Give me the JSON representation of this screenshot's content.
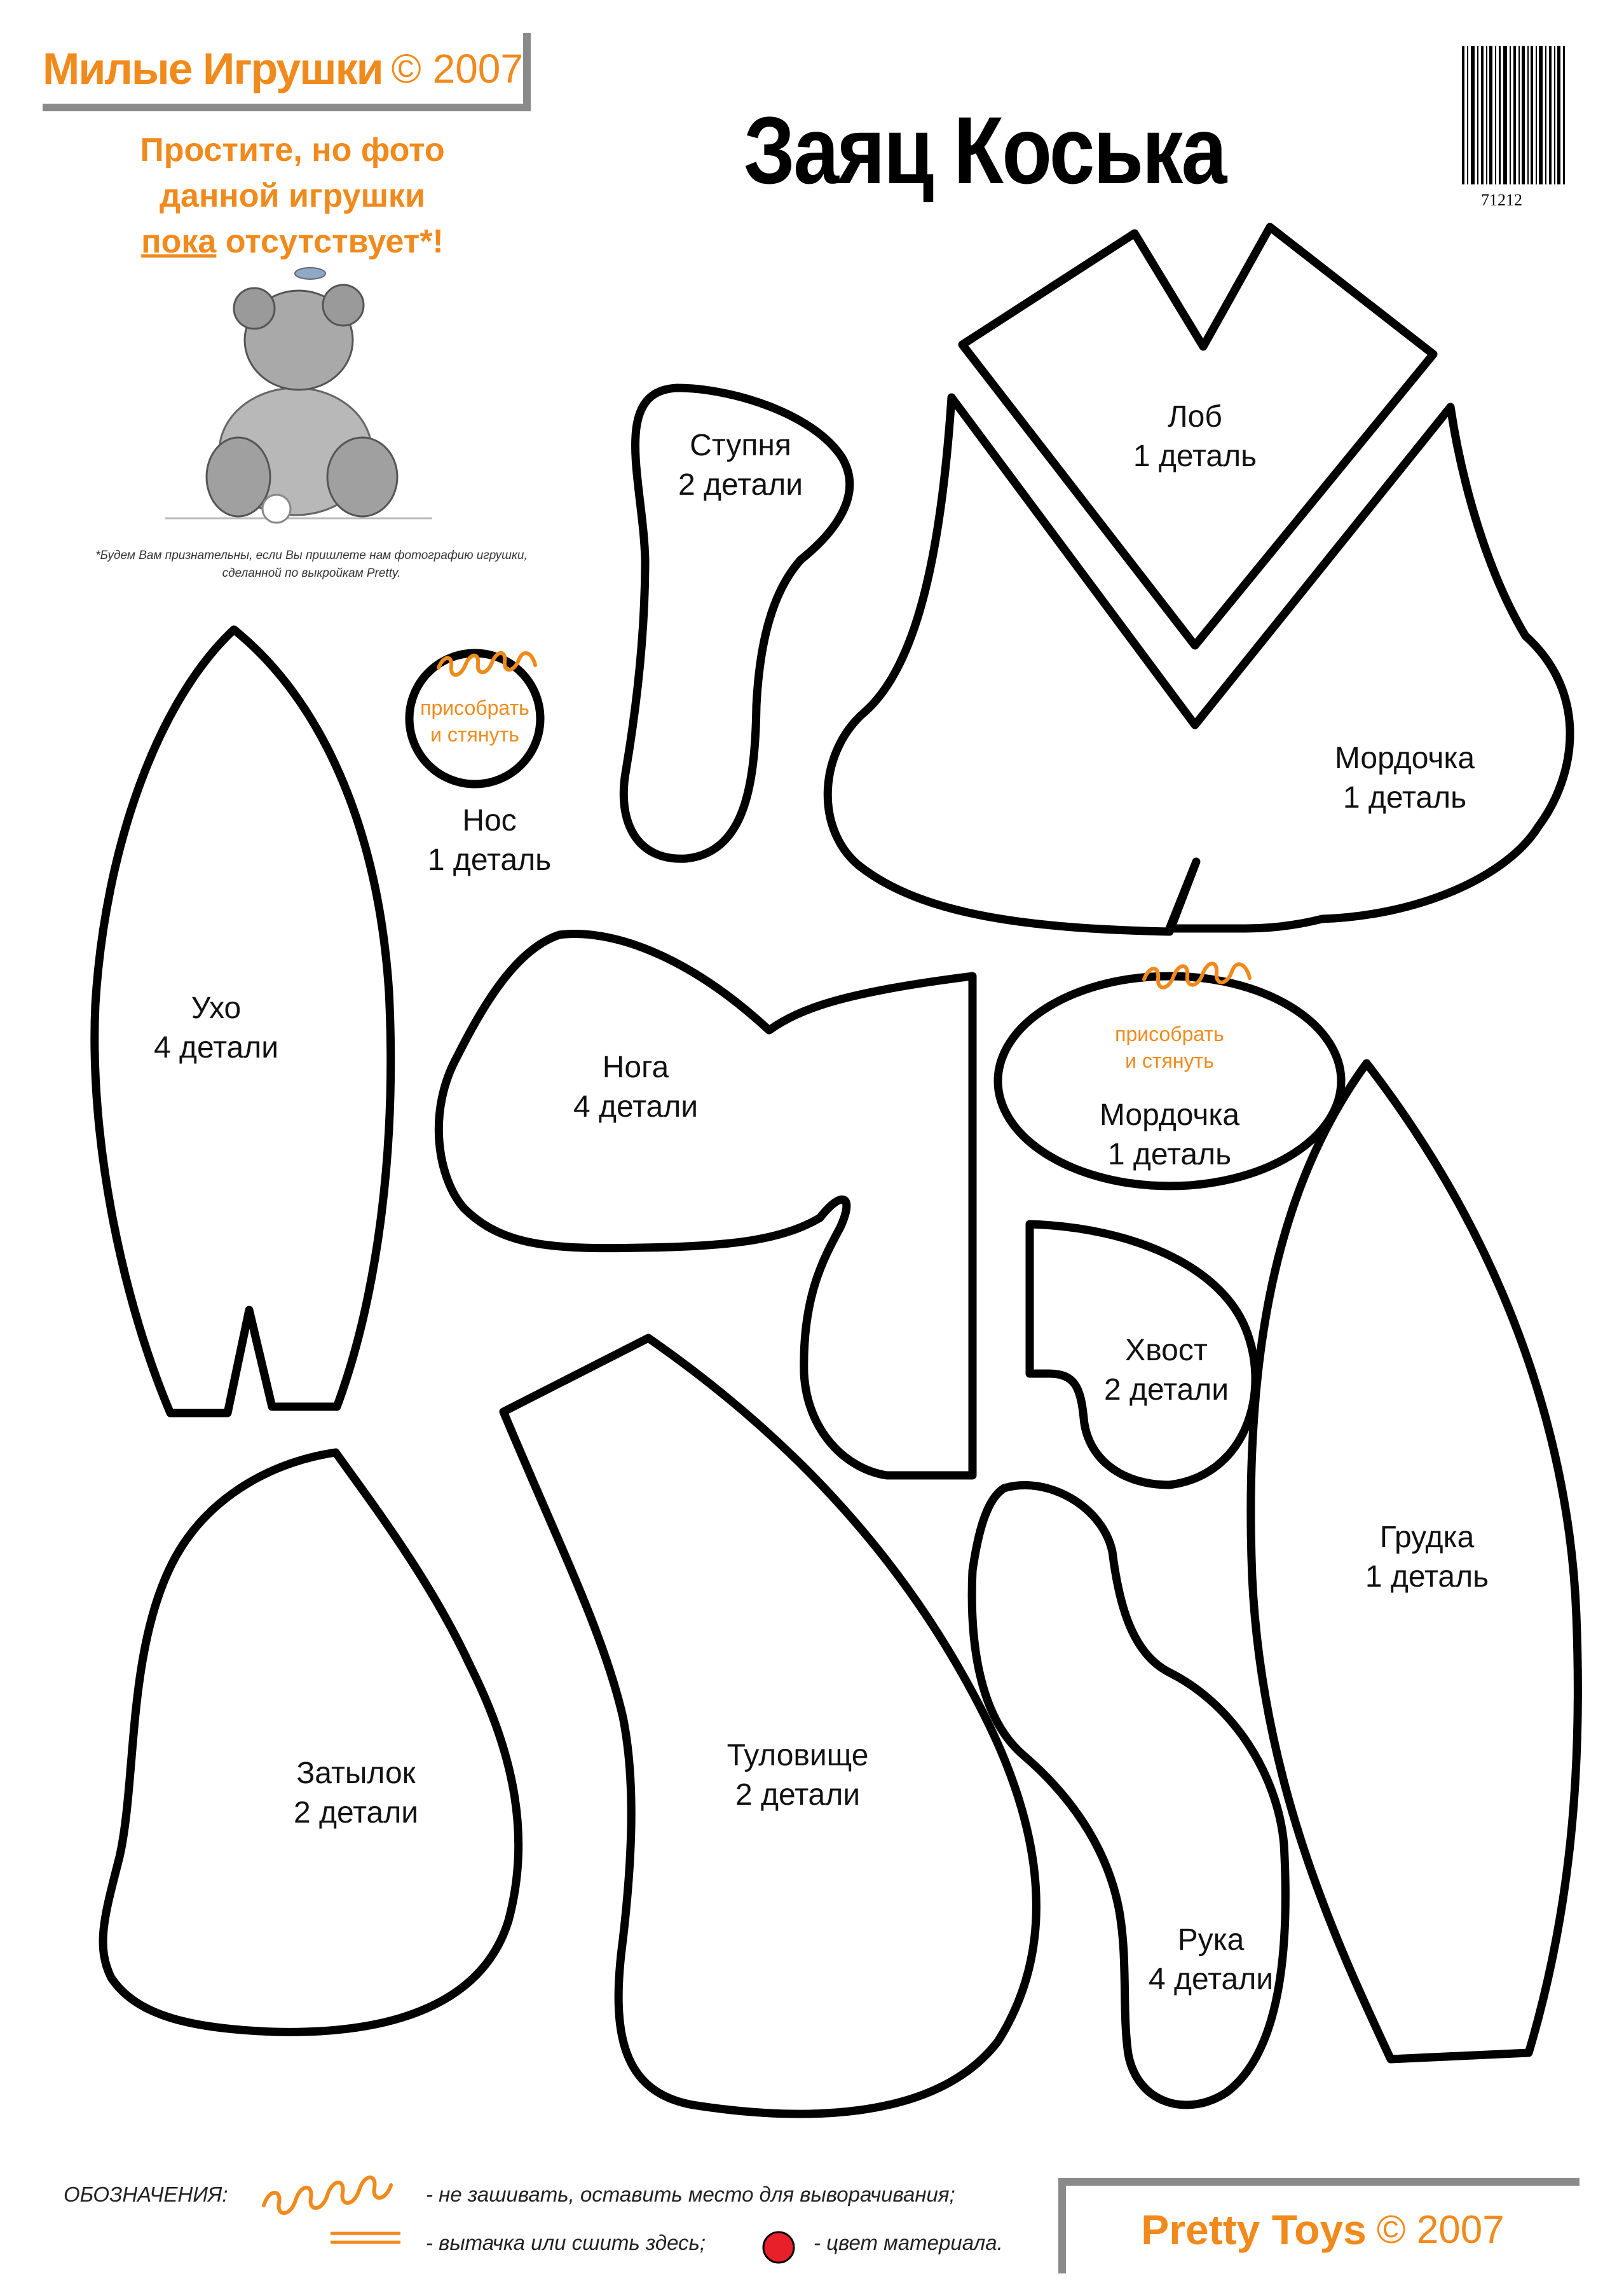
{
  "header": {
    "brand_bold": "Милые Игрушки",
    "brand_year": "© 2007",
    "title": "Заяц Коська",
    "barcode_number": "71212"
  },
  "notice": {
    "line1": "Простите, но фото",
    "line2": "данной игрушки",
    "line3_underlined": "пока",
    "line3_rest": "отсутствует*!",
    "footnote_line1": "*Будем Вам признательны, если Вы пришлете нам фотографию игрушки,",
    "footnote_line2": "сделанной по выкройкам Pretty."
  },
  "pieces": {
    "forehead": {
      "name": "Лоб",
      "count": "1 деталь"
    },
    "muzzle_large": {
      "name": "Мордочка",
      "count": "1 деталь"
    },
    "sole": {
      "name": "Ступня",
      "count": "2 детали"
    },
    "nose": {
      "name": "Нос",
      "count": "1 деталь",
      "gather_line1": "присобрать",
      "gather_line2": "и стянуть"
    },
    "ear": {
      "name": "Ухо",
      "count": "4 детали"
    },
    "leg": {
      "name": "Нога",
      "count": "4 детали"
    },
    "muzzle_oval": {
      "name": "Мордочка",
      "count": "1 деталь",
      "gather_line1": "присобрать",
      "gather_line2": "и стянуть"
    },
    "tail": {
      "name": "Хвост",
      "count": "2 детали"
    },
    "chest": {
      "name": "Грудка",
      "count": "1 деталь"
    },
    "back_head": {
      "name": "Затылок",
      "count": "2 детали"
    },
    "body": {
      "name": "Туловище",
      "count": "2 детали"
    },
    "arm": {
      "name": "Рука",
      "count": "4 детали"
    }
  },
  "legend": {
    "heading": "ОБОЗНАЧЕНИЯ:",
    "no_sew": "- не зашивать, оставить место  для выворачивания;",
    "dart": "- вытачка или сшить здесь;",
    "material": "- цвет материала."
  },
  "footer": {
    "brand_bold": "Pretty Toys",
    "brand_year": "© 2007"
  },
  "colors": {
    "accent": "#f08a1c",
    "outline": "#000000",
    "frame": "#8a8a8a",
    "material_dot": "#e8202a"
  }
}
